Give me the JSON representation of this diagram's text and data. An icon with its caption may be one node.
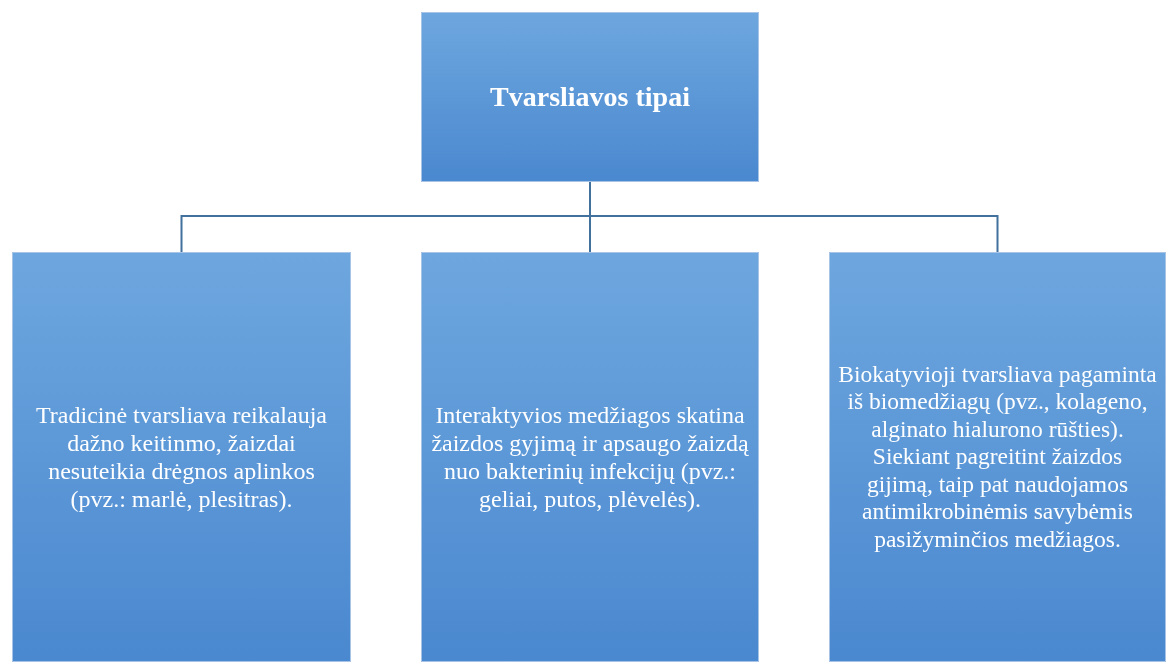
{
  "diagram": {
    "nodes": [
      {
        "text": [
          "Tvarsliavos tipai"
        ]
      },
      {
        "text": [
          "Tradicinė tvarsliava reikalauja dažno keitinmo, žaizdai nesuteikia drėgnos aplinkos (pvz.: marlė, plesitras)."
        ]
      },
      {
        "text": [
          "Interaktyvios medžiagos skatina žaizdos gyjimą ir apsaugo žaizdą nuo bakterinių infekcijų (pvz.: geliai, putos, plėvelės)."
        ]
      },
      {
        "text": [
          "Biokatyvioji tvarsliava pagaminta iš biomedžiagų (pvz., kolageno, alginato hialurono rūšties). Siekiant pagreitint žaizdos gijimą, taip pat naudojamos antimikrobinėmis savybėmis pasižyminčios medžiagos."
        ]
      }
    ],
    "edges": [
      {
        "from": 0,
        "to": 1,
        "arrow": "none"
      },
      {
        "from": 0,
        "to": 2,
        "arrow": "none"
      },
      {
        "from": 0,
        "to": 3,
        "arrow": "none"
      }
    ]
  }
}
